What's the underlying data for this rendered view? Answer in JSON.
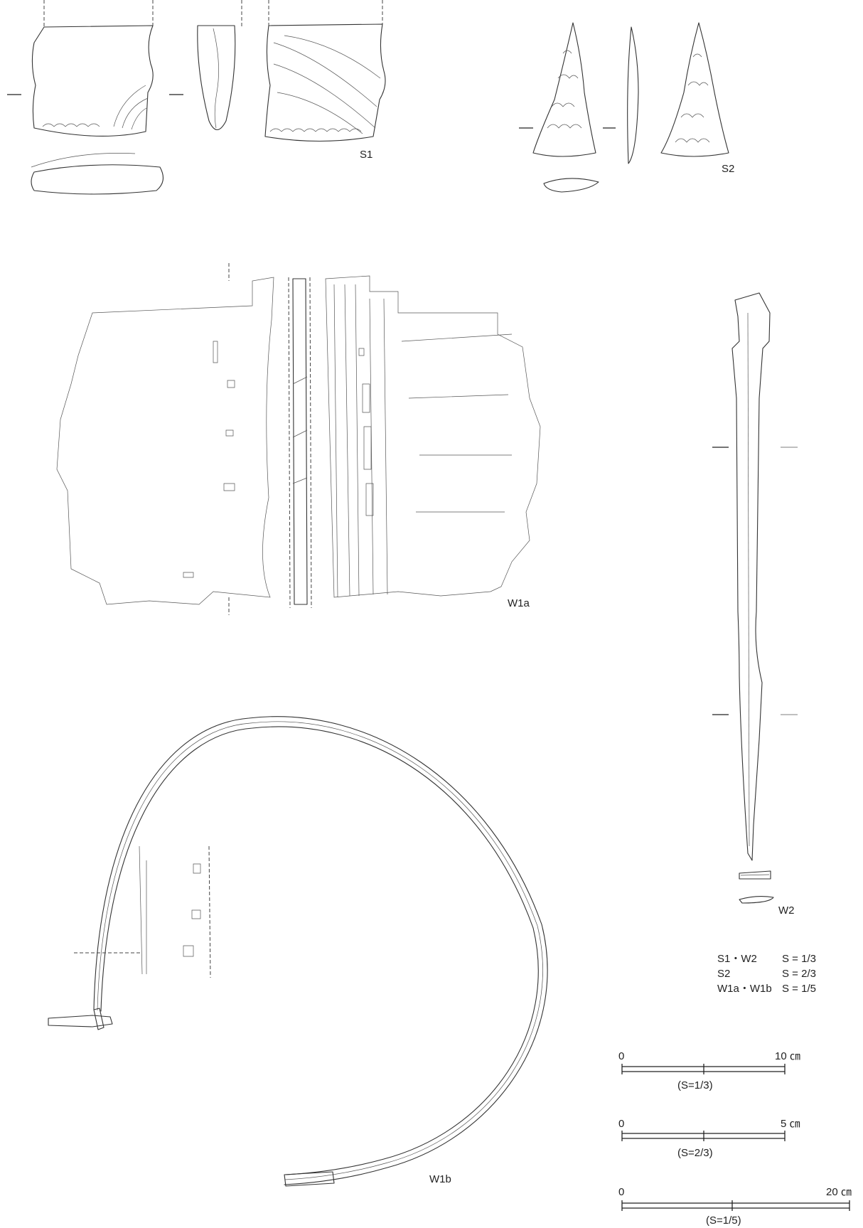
{
  "artifacts": {
    "s1": "S1",
    "s2": "S2",
    "w1a": "W1a",
    "w1b": "W1b",
    "w2": "W2"
  },
  "scale_legend": [
    {
      "items": "S1・W2",
      "scale": "S = 1/3"
    },
    {
      "items": "S2",
      "scale": "S = 2/3"
    },
    {
      "items": "W1a・W1b",
      "scale": "S = 1/5"
    }
  ],
  "scale_bars": [
    {
      "zero": "0",
      "max": "10 ㎝",
      "caption": "(S=1/3)"
    },
    {
      "zero": "0",
      "max": "5 ㎝",
      "caption": "(S=2/3)"
    },
    {
      "zero": "0",
      "max": "20 ㎝",
      "caption": "(S=1/5)"
    }
  ]
}
